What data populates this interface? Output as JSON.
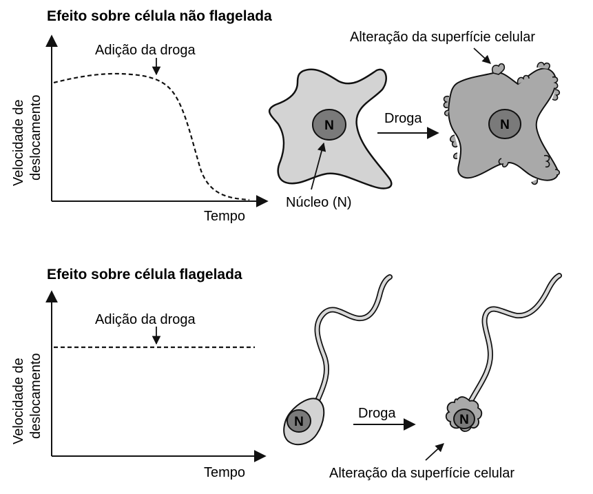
{
  "panels": [
    {
      "title": "Efeito sobre célula não flagelada",
      "ylabel_line1": "Velocidade de",
      "ylabel_line2": "deslocamento",
      "xlabel": "Tempo",
      "drug_label": "Adição da droga",
      "arrow_label": "Droga",
      "nucleus_label": "Núcleo (N)",
      "surface_label": "Alteração da superfície celular",
      "nucleus_letter": "N"
    },
    {
      "title": "Efeito sobre célula flagelada",
      "ylabel_line1": "Velocidade de",
      "ylabel_line2": "deslocamento",
      "xlabel": "Tempo",
      "drug_label": "Adição da droga",
      "arrow_label": "Droga",
      "surface_label": "Alteração da superfície celular",
      "nucleus_letter": "N"
    }
  ],
  "colors": {
    "cell_fill": "#d3d3d3",
    "cell_fill_after": "#a9a9a9",
    "nucleus_fill": "#7a7a7a",
    "flagellum_fill": "#d9d9d9",
    "ink": "#111111"
  }
}
